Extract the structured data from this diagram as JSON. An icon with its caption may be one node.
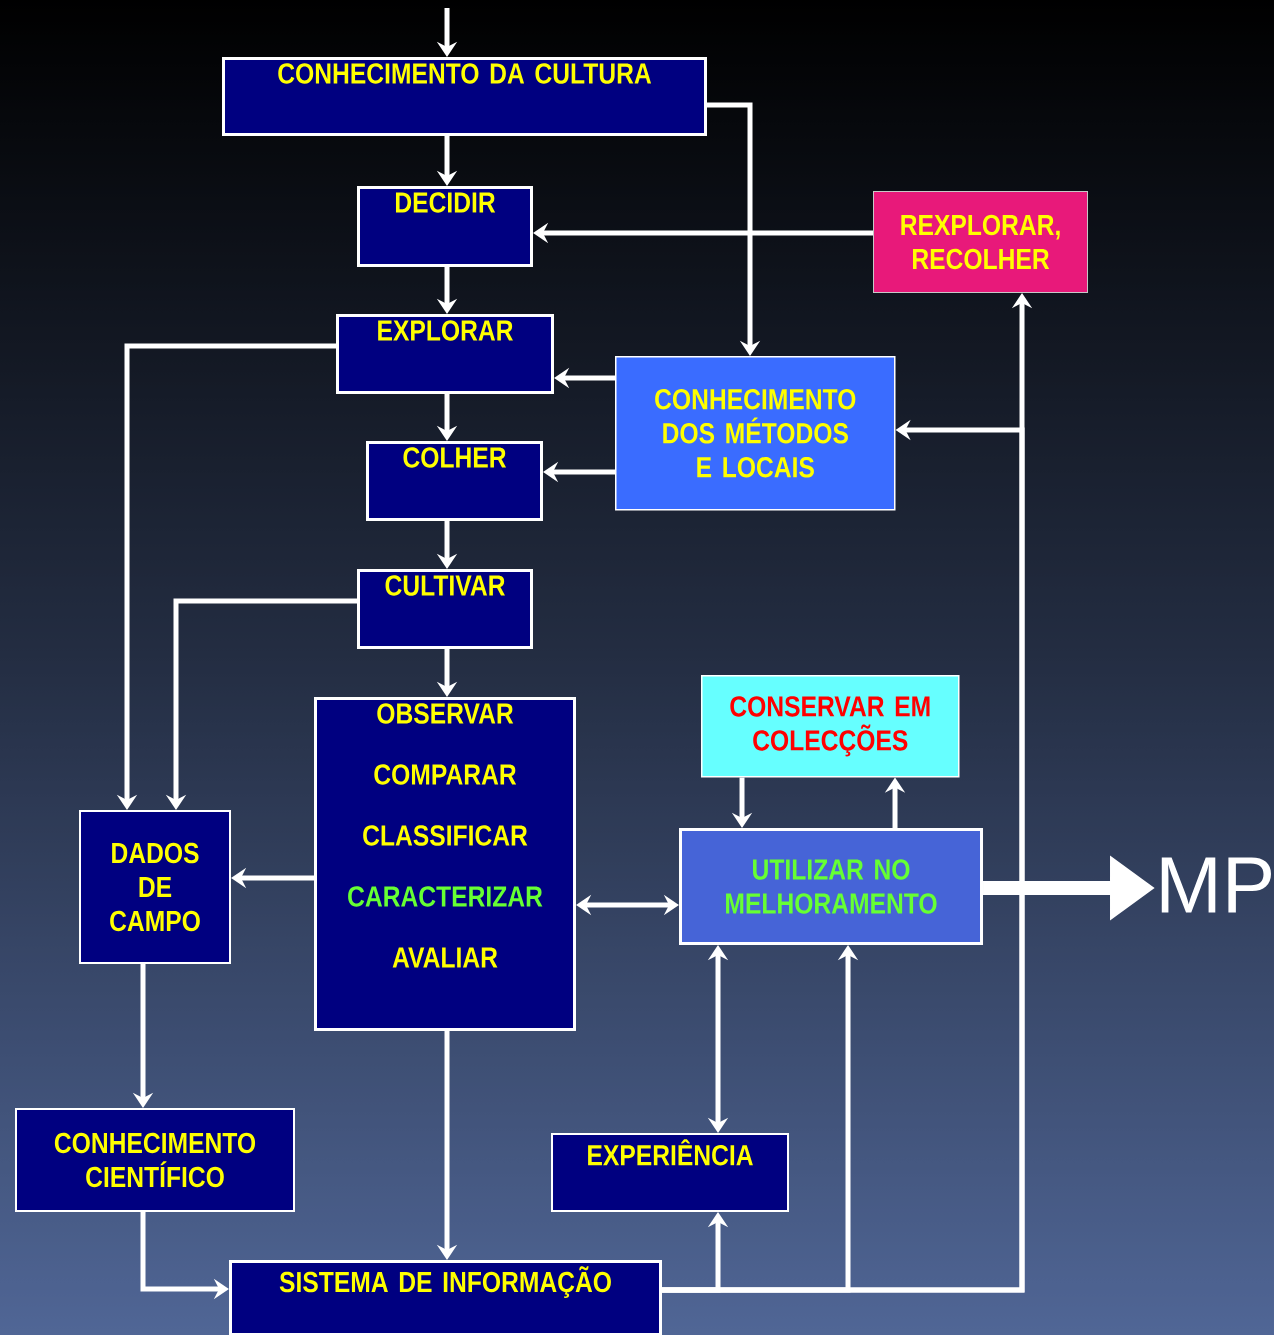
{
  "diagram": {
    "nodes": [
      {
        "text": [
          "CONHECIMENTO DA CULTURA"
        ]
      },
      {
        "text": [
          "DECIDIR"
        ]
      },
      {
        "text": [
          "REXPLORAR, RECOLHER"
        ]
      },
      {
        "text": [
          "EXPLORAR"
        ]
      },
      {
        "text": [
          "CONHECIMENTO DOS MÉTODOS E LOCAIS"
        ]
      },
      {
        "text": [
          "COLHER"
        ]
      },
      {
        "text": [
          "CULTIVAR"
        ]
      },
      {
        "text": [
          "OBSERVAR",
          "COMPARAR",
          "CLASSIFICAR",
          "CARACTERIZAR",
          "AVALIAR"
        ]
      },
      {
        "text": [
          "CONSERVAR EM COLECÇÕES"
        ]
      },
      {
        "text": [
          "DADOS DE CAMPO"
        ]
      },
      {
        "text": [
          "UTILIZAR NO MELHORAMENTO"
        ]
      },
      {
        "text": [
          "MP"
        ]
      },
      {
        "text": [
          "CONHECIMENTO CIENTÍFICO"
        ]
      },
      {
        "text": [
          "EXPERIÊNCIA"
        ]
      },
      {
        "text": [
          "SISTEMA DE INFORMAÇÃO"
        ]
      }
    ],
    "edges": [
      {
        "from": null,
        "to": 0,
        "arrow": "to"
      },
      {
        "from": 0,
        "to": 1,
        "arrow": "to"
      },
      {
        "from": 0,
        "to": 4,
        "arrow": "to"
      },
      {
        "from": 2,
        "to": 1,
        "arrow": "to"
      },
      {
        "from": 1,
        "to": 3,
        "arrow": "to"
      },
      {
        "from": 3,
        "to": 9,
        "arrow": "to"
      },
      {
        "from": 4,
        "to": 3,
        "arrow": "to"
      },
      {
        "from": 3,
        "to": 5,
        "arrow": "to"
      },
      {
        "from": 4,
        "to": 5,
        "arrow": "to"
      },
      {
        "from": 5,
        "to": 6,
        "arrow": "to"
      },
      {
        "from": 6,
        "to": 9,
        "arrow": "to"
      },
      {
        "from": 6,
        "to": 7,
        "arrow": "to"
      },
      {
        "from": 7,
        "to": 9,
        "arrow": "to"
      },
      {
        "from": 7,
        "to": 10,
        "arrow": "both"
      },
      {
        "from": 10,
        "to": 8,
        "arrow": "to"
      },
      {
        "from": 8,
        "to": 10,
        "arrow": "to"
      },
      {
        "from": 10,
        "to": 11,
        "arrow": "to",
        "style": "thick"
      },
      {
        "from": 9,
        "to": 12,
        "arrow": "to"
      },
      {
        "from": 12,
        "to": 14,
        "arrow": "to"
      },
      {
        "from": 7,
        "to": 14,
        "arrow": "to"
      },
      {
        "from": 13,
        "to": 10,
        "arrow": "both"
      },
      {
        "from": 14,
        "to": 13,
        "arrow": "to"
      },
      {
        "from": 14,
        "to": 10,
        "arrow": "to"
      },
      {
        "from": 14,
        "to": 2,
        "arrow": "to"
      },
      {
        "from": 14,
        "to": 4,
        "arrow": "to"
      }
    ]
  }
}
